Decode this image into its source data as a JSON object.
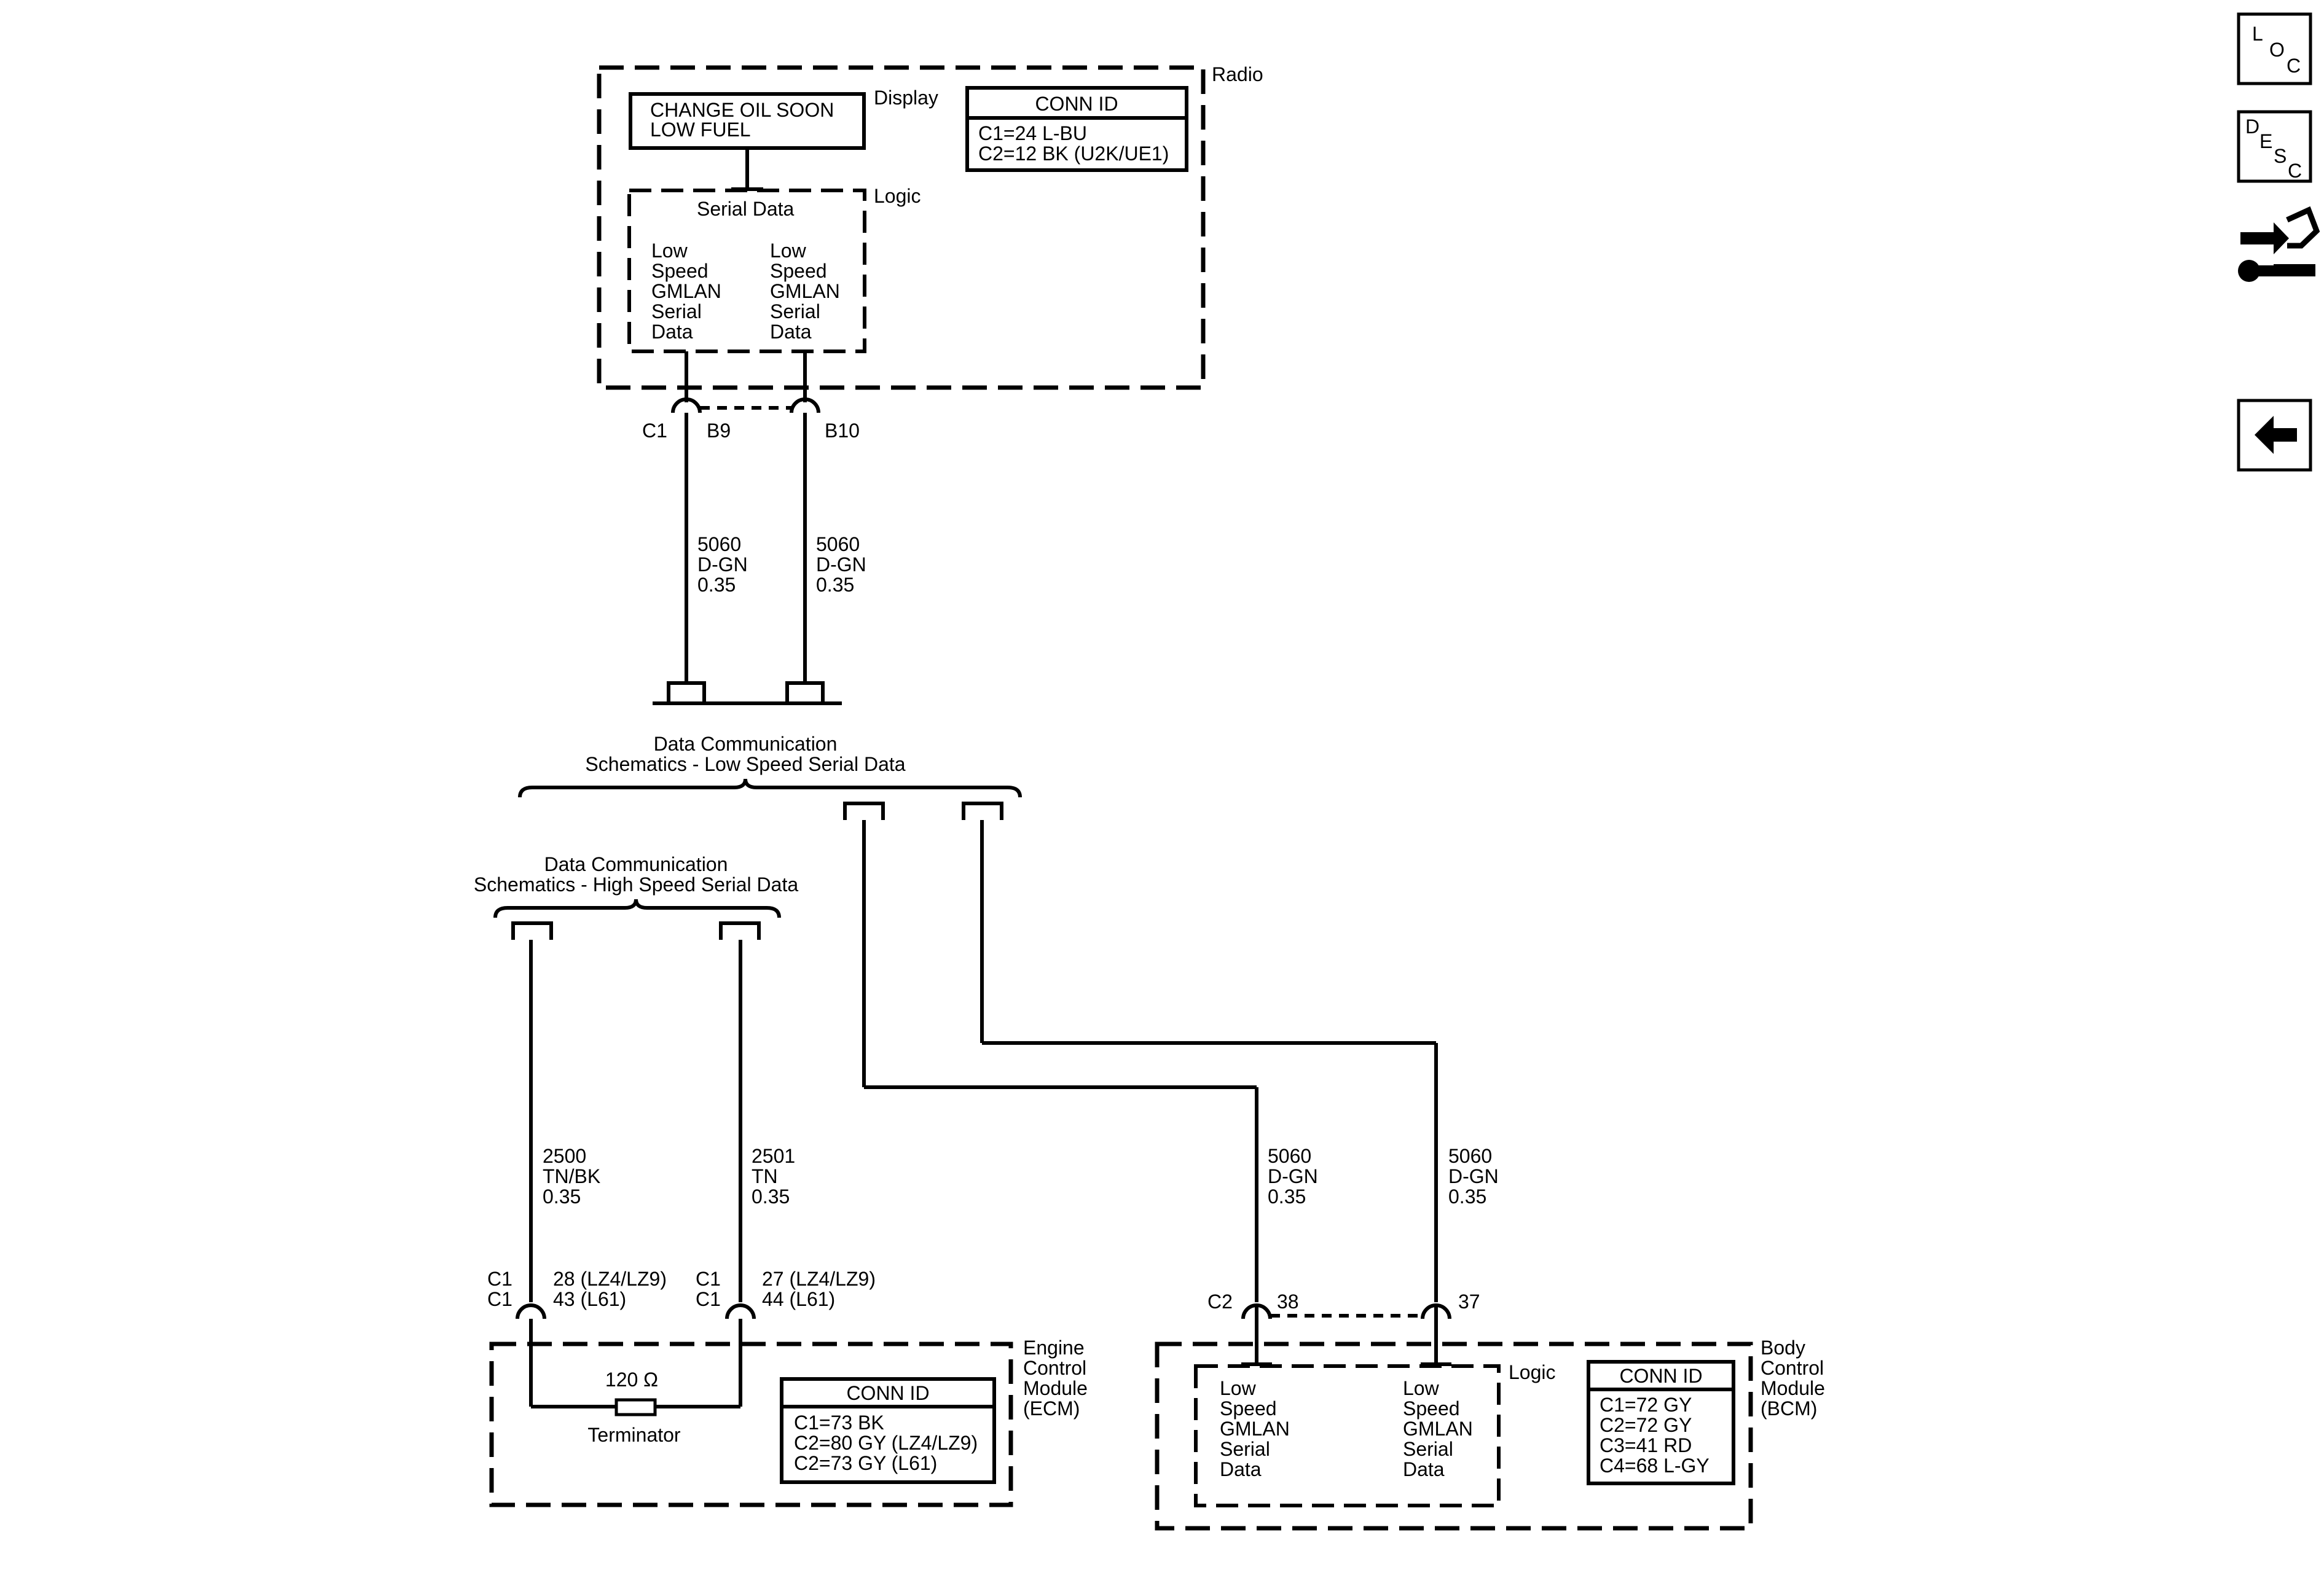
{
  "radio": {
    "label": "Radio",
    "display_label": "Display",
    "display_lines": [
      "CHANGE OIL SOON",
      "LOW FUEL"
    ],
    "logic_label": "Logic",
    "serial_data_label": "Serial Data",
    "pins_text": [
      [
        "Low",
        "Speed",
        "GMLAN",
        "Serial",
        "Data"
      ],
      [
        "Low",
        "Speed",
        "GMLAN",
        "Serial",
        "Data"
      ]
    ],
    "conn_id_title": "CONN ID",
    "conn_ids": [
      "C1=24 L-BU",
      "C2=12 BK (U2K/UE1)"
    ],
    "connector": "C1",
    "pins": [
      "B9",
      "B10"
    ]
  },
  "wires_top": [
    {
      "circuit": "5060",
      "color": "D-GN",
      "gauge": "0.35"
    },
    {
      "circuit": "5060",
      "color": "D-GN",
      "gauge": "0.35"
    }
  ],
  "ref_low_speed": [
    "Data Communication",
    "Schematics - Low Speed Serial Data"
  ],
  "ref_high_speed": [
    "Data Communication",
    "Schematics - High Speed Serial Data"
  ],
  "wires_ecm": [
    {
      "circuit": "2500",
      "color": "TN/BK",
      "gauge": "0.35"
    },
    {
      "circuit": "2501",
      "color": "TN",
      "gauge": "0.35"
    }
  ],
  "wires_bcm": [
    {
      "circuit": "5060",
      "color": "D-GN",
      "gauge": "0.35"
    },
    {
      "circuit": "5060",
      "color": "D-GN",
      "gauge": "0.35"
    }
  ],
  "ecm_pins": [
    {
      "conn": [
        "C1",
        "C1"
      ],
      "pin": [
        "28 (LZ4/LZ9)",
        "43 (L61)"
      ]
    },
    {
      "conn": [
        "C1",
        "C1"
      ],
      "pin": [
        "27 (LZ4/LZ9)",
        "44 (L61)"
      ]
    }
  ],
  "ecm": {
    "label": [
      "Engine",
      "Control",
      "Module",
      "(ECM)"
    ],
    "resistor_value": "120 Ω",
    "terminator_label": "Terminator",
    "conn_id_title": "CONN ID",
    "conn_ids": [
      "C1=73 BK",
      "C2=80 GY (LZ4/LZ9)",
      "C2=73 GY (L61)"
    ]
  },
  "bcm": {
    "connector": "C2",
    "pins": [
      "38",
      "37"
    ],
    "label": [
      "Body",
      "Control",
      "Module",
      "(BCM)"
    ],
    "logic_label": "Logic",
    "pins_text": [
      [
        "Low",
        "Speed",
        "GMLAN",
        "Serial",
        "Data"
      ],
      [
        "Low",
        "Speed",
        "GMLAN",
        "Serial",
        "Data"
      ]
    ],
    "conn_id_title": "CONN ID",
    "conn_ids": [
      "C1=72 GY",
      "C2=72 GY",
      "C3=41 RD",
      "C4=68 L-GY"
    ]
  },
  "nav": {
    "loc": [
      "L",
      "O",
      "C"
    ],
    "desc": [
      "D",
      "E",
      "S",
      "C"
    ],
    "tools_icon": "connector-tools-icon",
    "back_icon": "back-arrow-icon"
  }
}
